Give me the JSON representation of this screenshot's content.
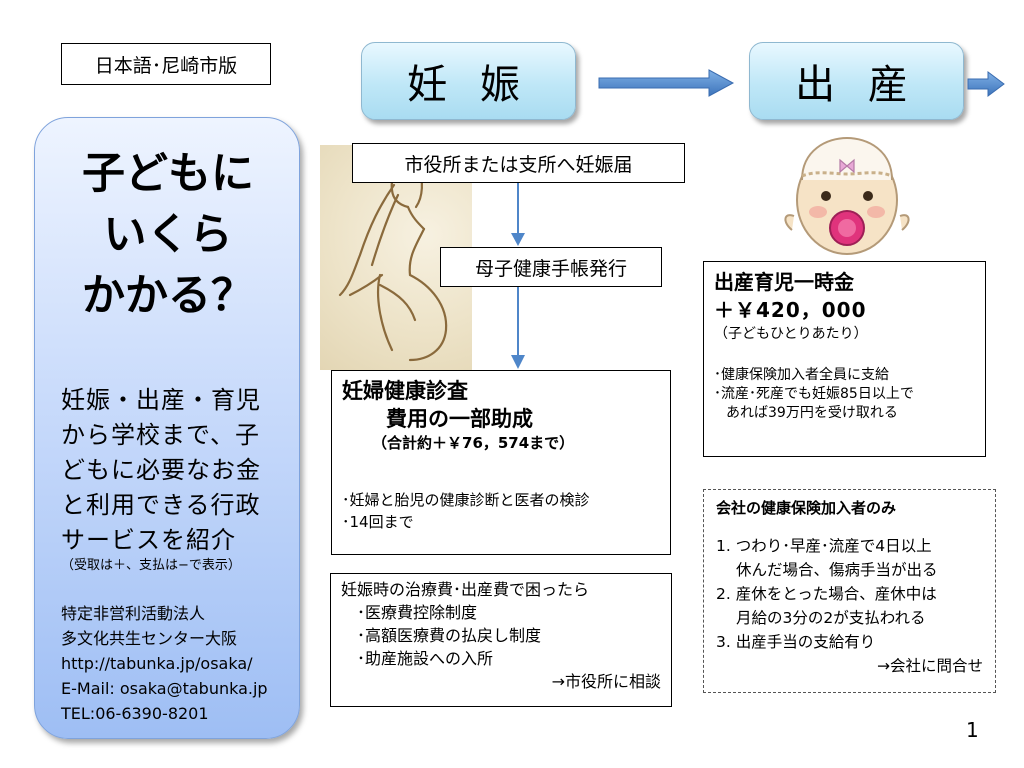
{
  "edition_label": "日本語･尼崎市版",
  "stages": [
    "妊 娠",
    "出 産"
  ],
  "sidebar": {
    "title_lines": [
      "子どもに",
      "いくら",
      "かかる？"
    ],
    "desc_lines": [
      "妊娠・出産・育児",
      "から学校まで、子",
      "どもに必要なお金",
      "と利用できる行政",
      "サービスを紹介"
    ],
    "note": "（受取は＋、支払は−で表示）",
    "org_lines": [
      "特定非営利活動法人",
      "多文化共生センター大阪",
      "http://tabunka.jp/osaka/",
      "E-Mail: osaka@tabunka.jp",
      "TEL:06-6390-8201"
    ]
  },
  "pregnancy": {
    "step1": "市役所または支所へ妊娠届",
    "step2": "母子健康手帳発行",
    "checkup": {
      "title1": "妊婦健康診査",
      "title2": "費用の一部助成",
      "amount": "（合計約＋￥76，574まで）",
      "bullets": [
        "･妊婦と胎児の健康診断と医者の検診",
        "･14回まで"
      ]
    },
    "trouble": {
      "heading": "妊娠時の治療費･出産費で困ったら",
      "items": [
        "･医療費控除制度",
        "･高額医療費の払戻し制度",
        "･助産施設への入所"
      ],
      "action": "→市役所に相談"
    }
  },
  "birth": {
    "lump_sum": {
      "title": "出産育児一時金",
      "amount": "＋￥420，000",
      "note": "（子どもひとりあたり）",
      "bullets": [
        "･健康保険加入者全員に支給",
        "･流産･死産でも妊娠85日以上で",
        "あれば39万円を受け取れる"
      ]
    },
    "company": {
      "heading": "会社の健康保険加入者のみ",
      "items": [
        "1. つわり･早産･流産で4日以上",
        "休んだ場合、傷病手当が出る",
        "2. 産休をとった場合、産休中は",
        "月給の3分の2が支払われる",
        "3. 出産手当の支給有り"
      ],
      "action": "→会社に問合せ"
    }
  },
  "page_number": "1",
  "colors": {
    "stage_fill": "#bfe7f7",
    "sidebar_fill": "#c9dbfb",
    "arrow": "#4f86c9",
    "pacifier": "#e0337c"
  }
}
